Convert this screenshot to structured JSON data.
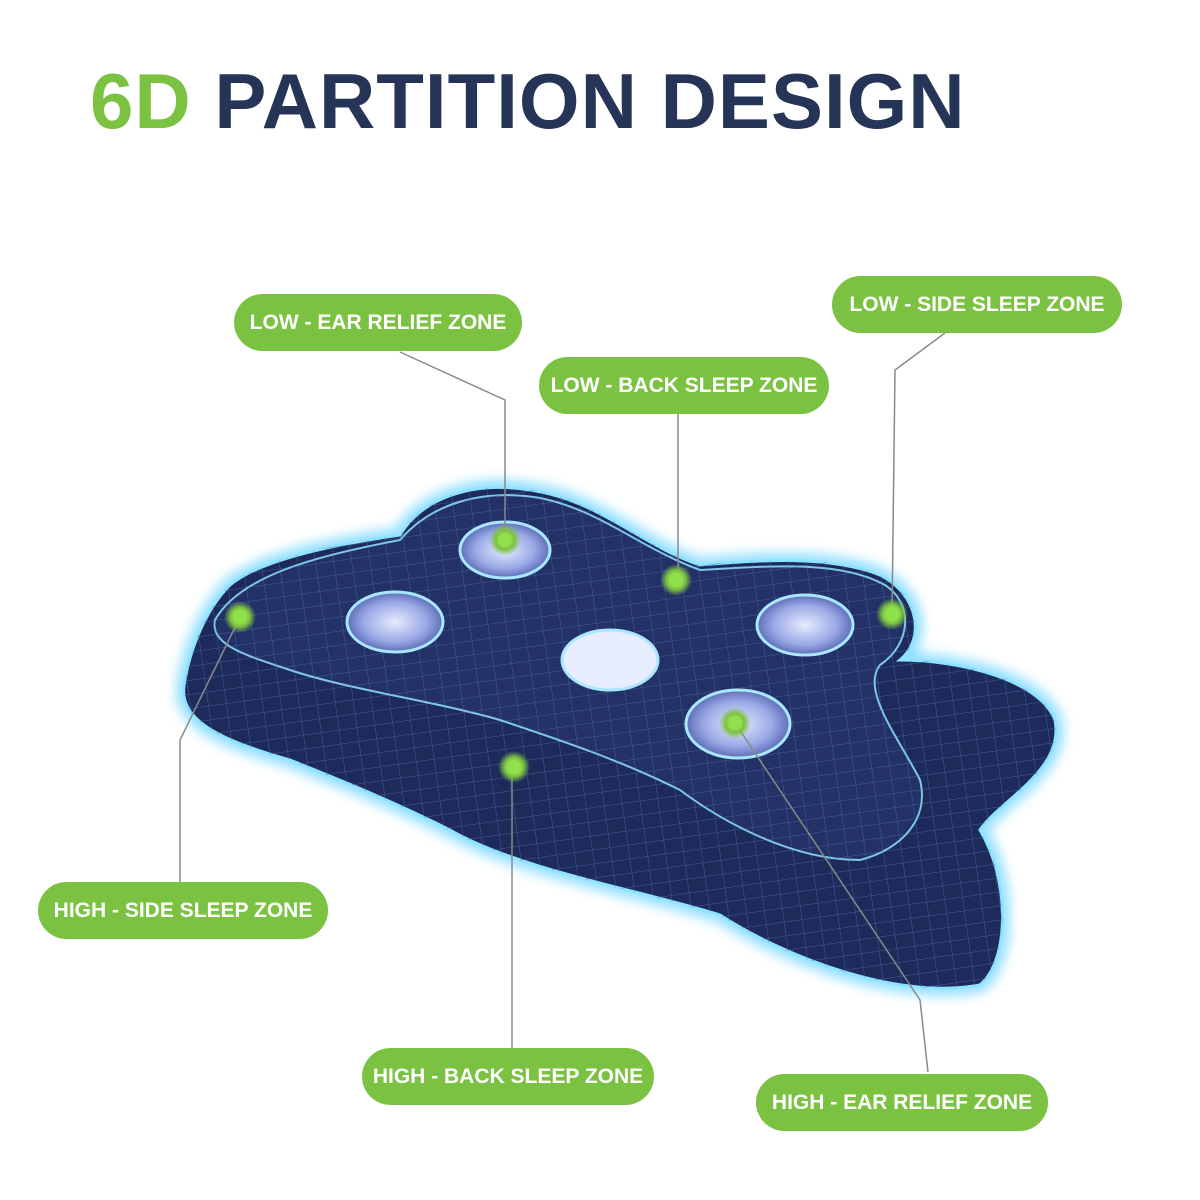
{
  "title": {
    "accent": "6D",
    "main": "PARTITION DESIGN"
  },
  "colors": {
    "accent_green": "#7cc242",
    "title_navy": "#263557",
    "pillow_fill": "#1e2b5a",
    "pillow_mesh": "#4d6bb0",
    "pillow_glow": "#7ad8ff",
    "leader_line": "#8a8a8a",
    "label_text": "#ffffff"
  },
  "zones": [
    {
      "id": "low-ear-relief",
      "label": "LOW - EAR RELIEF ZONE"
    },
    {
      "id": "low-back-sleep",
      "label": "LOW - BACK SLEEP ZONE"
    },
    {
      "id": "low-side-sleep",
      "label": "LOW - SIDE SLEEP ZONE"
    },
    {
      "id": "high-side-sleep",
      "label": "HIGH - SIDE SLEEP ZONE"
    },
    {
      "id": "high-back-sleep",
      "label": "HIGH - BACK SLEEP ZONE"
    },
    {
      "id": "high-ear-relief",
      "label": "HIGH - EAR RELIEF ZONE"
    }
  ]
}
